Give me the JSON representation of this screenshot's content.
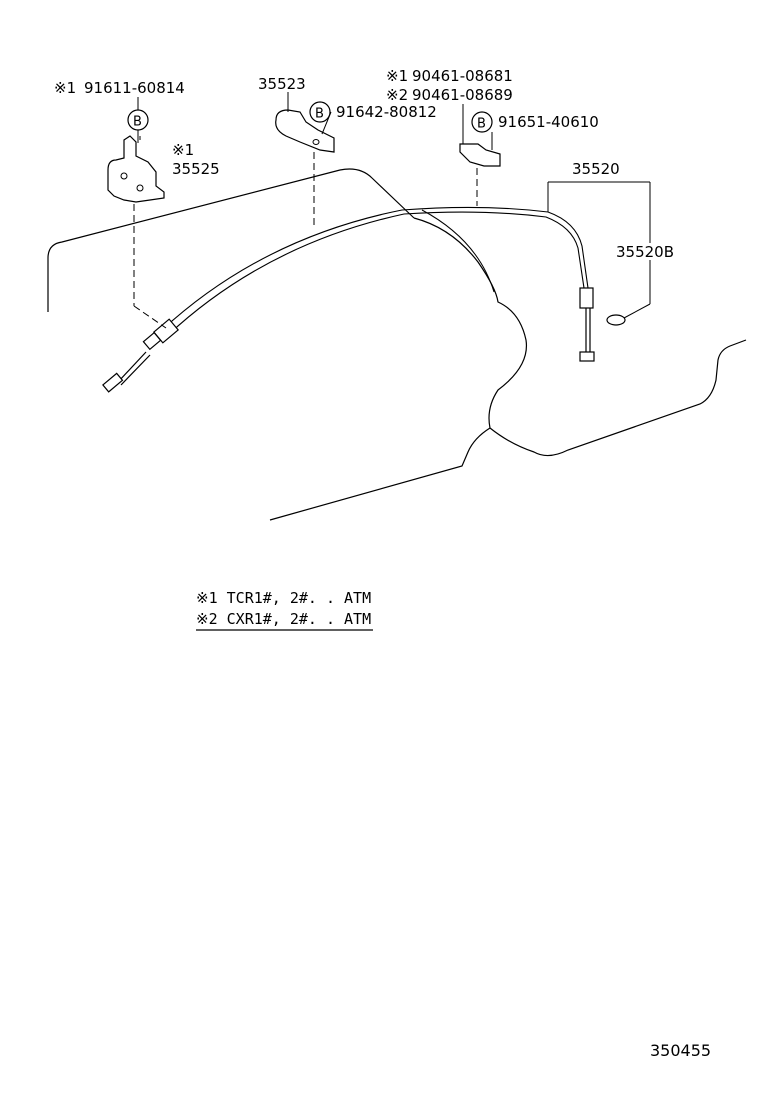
{
  "callouts": {
    "mark1": "※1",
    "mark2": "※2",
    "bolt_symbol": "B",
    "p91611": "91611-60814",
    "p35523": "35523",
    "p91642": "91642-80812",
    "p90461_08681": "90461-08681",
    "p90461_08689": "90461-08689",
    "p91651": "91651-40610",
    "p35525": "35525",
    "p35520": "35520",
    "p35520B": "35520B"
  },
  "notes": [
    "※1 TCR1#, 2#. . ATM",
    "※2 CXR1#, 2#. . ATM"
  ],
  "figure_id": "350455"
}
